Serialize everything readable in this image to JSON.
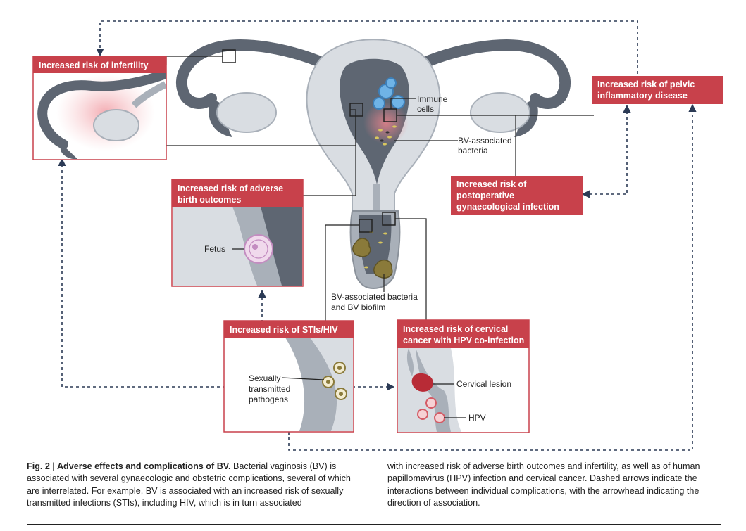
{
  "boxes": {
    "infertility": "Increased risk of infertility",
    "pelvic_line1": "Increased risk of pelvic",
    "pelvic_line2": "inflammatory disease",
    "postop_line1": "Increased risk of",
    "postop_line2": "postoperative",
    "postop_line3": "gynaecological infection",
    "birth_line1": "Increased risk of adverse",
    "birth_line2": "birth outcomes",
    "sti": "Increased risk of STIs/HIV",
    "cervical_line1": "Increased risk of cervical",
    "cervical_line2": "cancer with HPV co-infection"
  },
  "labels": {
    "immune_line1": "Immune",
    "immune_line2": "cells",
    "bv_line1": "BV-associated",
    "bv_line2": "bacteria",
    "biofilm_line1": "BV-associated bacteria",
    "biofilm_line2": "and BV biofilm",
    "fetus": "Fetus",
    "sexually_line1": "Sexually",
    "sexually_line2": "transmitted",
    "sexually_line3": "pathogens",
    "cervical_lesion": "Cervical lesion",
    "hpv": "HPV"
  },
  "caption": {
    "fig_label": "Fig. 2 | Adverse effects and complications of BV.",
    "col1_text": " Bacterial vaginosis (BV) is associated with several gynaecologic and obstetric complications, several of which are interrelated. For example, BV is associated with an increased risk of sexually transmitted infections (STIs), including HIV, which is in turn associated",
    "col2_text": "with increased risk of adverse birth outcomes and infertility, as well as of human papillomavirus (HPV) infection and cervical cancer. Dashed arrows indicate the interactions between individual complications, with the arrowhead indicating the direction of association."
  },
  "colors": {
    "header_red": "#c8414b",
    "tissue_dark": "#5e6672",
    "tissue_mid": "#a9b0b9",
    "tissue_light": "#d9dde2",
    "connector": "#2b3a55"
  }
}
